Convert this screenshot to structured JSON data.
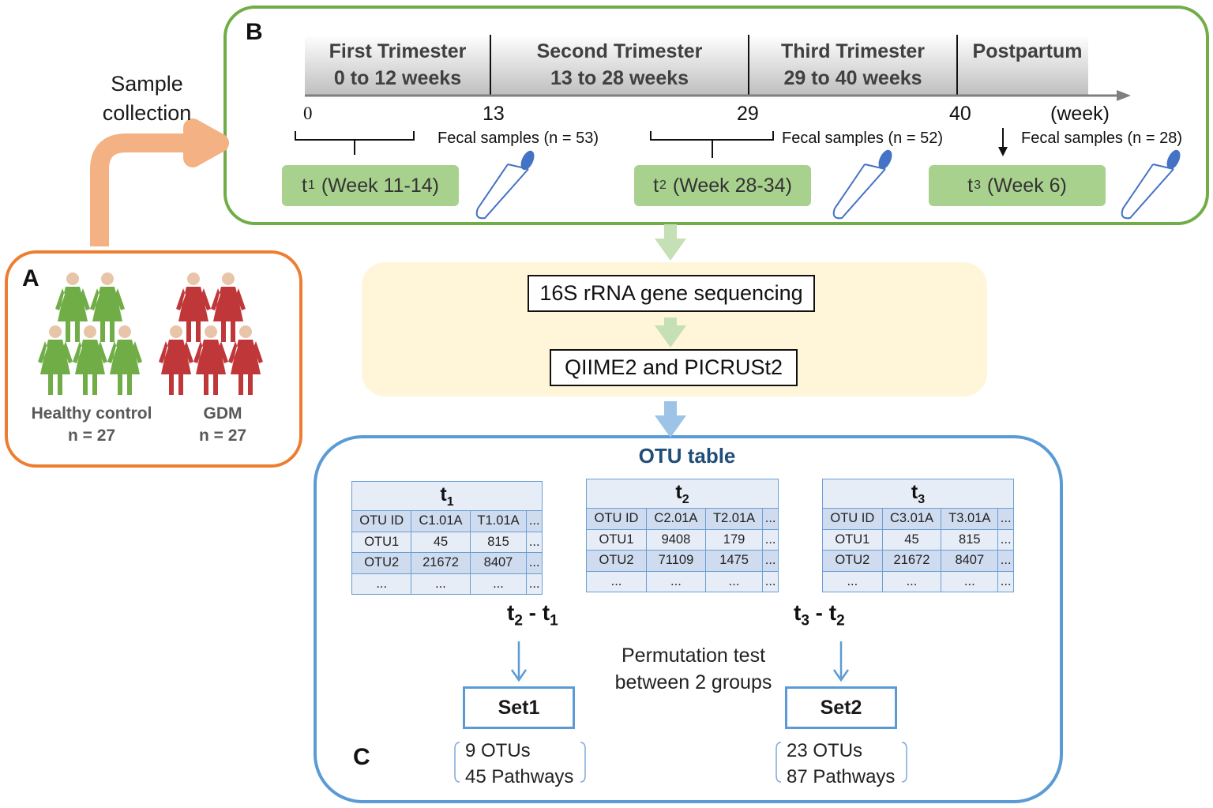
{
  "panels": {
    "a": "A",
    "b": "B",
    "c": "C"
  },
  "sample_collection": [
    "Sample",
    "collection"
  ],
  "timeline": {
    "phases": [
      {
        "name": "First Trimester",
        "range": "0 to 12 weeks"
      },
      {
        "name": "Second Trimester",
        "range": "13 to 28 weeks"
      },
      {
        "name": "Third Trimester",
        "range": "29 to 40 weeks"
      },
      {
        "name": "Postpartum",
        "range": ""
      }
    ],
    "ticks": [
      "0",
      "13",
      "29",
      "40",
      "(week)"
    ]
  },
  "timepoints": [
    {
      "t": "t",
      "sub": "1",
      "label": "(Week 11-14)",
      "fecal": "Fecal samples (n = 53)"
    },
    {
      "t": "t",
      "sub": "2",
      "label": "(Week 28-34)",
      "fecal": "Fecal samples (n = 52)"
    },
    {
      "t": "t",
      "sub": "3",
      "label": "(Week 6)",
      "fecal": "Fecal samples (n = 28)"
    }
  ],
  "groups": [
    {
      "name": "Healthy control",
      "n": "n = 27",
      "color": "#70ad47"
    },
    {
      "name": "GDM",
      "n": "n = 27",
      "color": "#c0373a"
    }
  ],
  "pipeline": {
    "step1": "16S rRNA gene sequencing",
    "step2": "QIIME2 and PICRUSt2"
  },
  "otu": {
    "title": "OTU table",
    "tables": [
      {
        "t": "t",
        "sub": "1",
        "rows": [
          [
            "OTU ID",
            "C1.01A",
            "T1.01A",
            "..."
          ],
          [
            "OTU1",
            "45",
            "815",
            "..."
          ],
          [
            "OTU2",
            "21672",
            "8407",
            "..."
          ],
          [
            "...",
            "...",
            "...",
            "..."
          ]
        ]
      },
      {
        "t": "t",
        "sub": "2",
        "rows": [
          [
            "OTU ID",
            "C2.01A",
            "T2.01A",
            "..."
          ],
          [
            "OTU1",
            "9408",
            "179",
            "..."
          ],
          [
            "OTU2",
            "71109",
            "1475",
            "..."
          ],
          [
            "...",
            "...",
            "...",
            "..."
          ]
        ]
      },
      {
        "t": "t",
        "sub": "3",
        "rows": [
          [
            "OTU ID",
            "C3.01A",
            "T3.01A",
            "..."
          ],
          [
            "OTU1",
            "45",
            "815",
            "..."
          ],
          [
            "OTU2",
            "21672",
            "8407",
            "..."
          ],
          [
            "...",
            "...",
            "...",
            "..."
          ]
        ]
      }
    ],
    "diffs": [
      {
        "a": "t",
        "asub": "2",
        "b": "t",
        "bsub": "1"
      },
      {
        "a": "t",
        "asub": "3",
        "b": "t",
        "bsub": "2"
      }
    ],
    "permutation": [
      "Permutation test",
      "between 2 groups"
    ],
    "sets": [
      {
        "name": "Set1",
        "otus": "9 OTUs",
        "pathways": "45 Pathways"
      },
      {
        "name": "Set2",
        "otus": "23 OTUs",
        "pathways": "87 Pathways"
      }
    ]
  },
  "colors": {
    "panel_a_border": "#ed7d31",
    "panel_b_border": "#70ad47",
    "panel_c_border": "#5b9bd5",
    "pipeline_bg": "#fff2cc",
    "timepoint_fill": "#a9d18e",
    "collection_arrow": "#f4b183"
  }
}
